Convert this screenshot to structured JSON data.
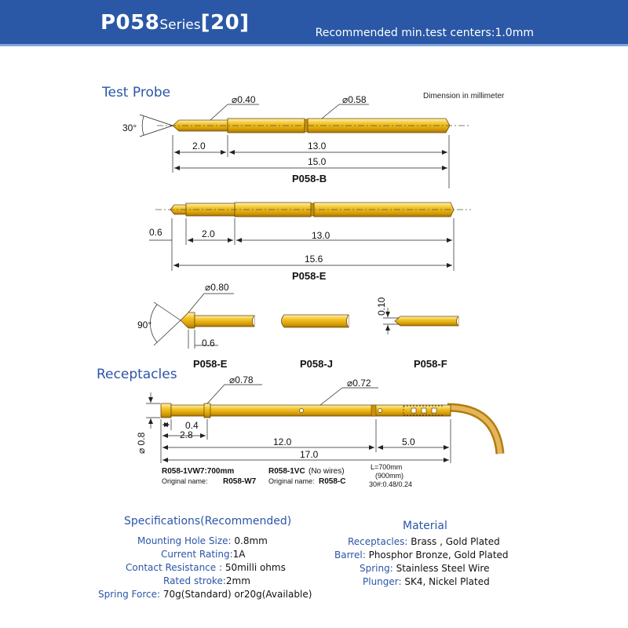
{
  "header": {
    "code": "P058",
    "series": "Series",
    "num": "[20]",
    "recommend": "Recommended min.test centers:1.0mm"
  },
  "sections": {
    "probe": "Test Probe",
    "receptacles": "Receptacles",
    "dim_note": "Dimension in millimeter"
  },
  "probe_b": {
    "angle": "30°",
    "d1": "⌀0.40",
    "d2": "⌀0.58",
    "len1": "2.0",
    "len2": "13.0",
    "len3": "15.0",
    "name": "P058-B"
  },
  "probe_e": {
    "tip": "0.6",
    "len1": "2.0",
    "len2": "13.0",
    "len3": "15.6",
    "name": "P058-E"
  },
  "tips": {
    "e_diam": "⌀0.80",
    "e_angle": "90°",
    "e_len": "0.6",
    "e_name": "P058-E",
    "j_name": "P058-J",
    "f_dim": "0.10",
    "f_name": "P058-F"
  },
  "receptacle": {
    "d1": "⌀0.78",
    "d2": "⌀0.72",
    "dia": "⌀ 0.8",
    "l1": "0.4",
    "l2": "2.8",
    "l3": "12.0",
    "l4": "5.0",
    "l5": "17.0",
    "m1_name": "R058-1VW7:700mm",
    "m1_orig_k": "Original name:",
    "m1_orig_v": "R058-W7",
    "m2_name": "R058-1VC",
    "m2_note": "(No wires)",
    "m2_orig_k": "Original name:",
    "m2_orig_v": "R058-C",
    "wire1": "L=700mm",
    "wire2": "(900mm)",
    "wire3": "30#:0.48/0.24"
  },
  "specs": {
    "title": "Specifications(Recommended)",
    "rows": [
      {
        "k": "Mounting Hole Size:",
        "v": "0.8mm"
      },
      {
        "k": "Current Rating:",
        "v": "1A"
      },
      {
        "k": "Contact Resistance :",
        "v": "50milli ohms"
      },
      {
        "k": "Rated stroke:",
        "v": "2mm"
      },
      {
        "k": "Spring Force:",
        "v": "70g(Standard) or20g(Available)"
      }
    ]
  },
  "material": {
    "title": "Material",
    "rows": [
      {
        "k": "Receptacles:",
        "v": "Brass , Gold Plated"
      },
      {
        "k": "Barrel:",
        "v": "Phosphor Bronze, Gold Plated"
      },
      {
        "k": "Spring:",
        "v": "Stainless Steel Wire"
      },
      {
        "k": "Plunger:",
        "v": "SK4, Nickel Plated"
      }
    ]
  },
  "colors": {
    "header": "#2a58a6",
    "accent": "#2b55a8",
    "gold": "#e5b10d"
  }
}
